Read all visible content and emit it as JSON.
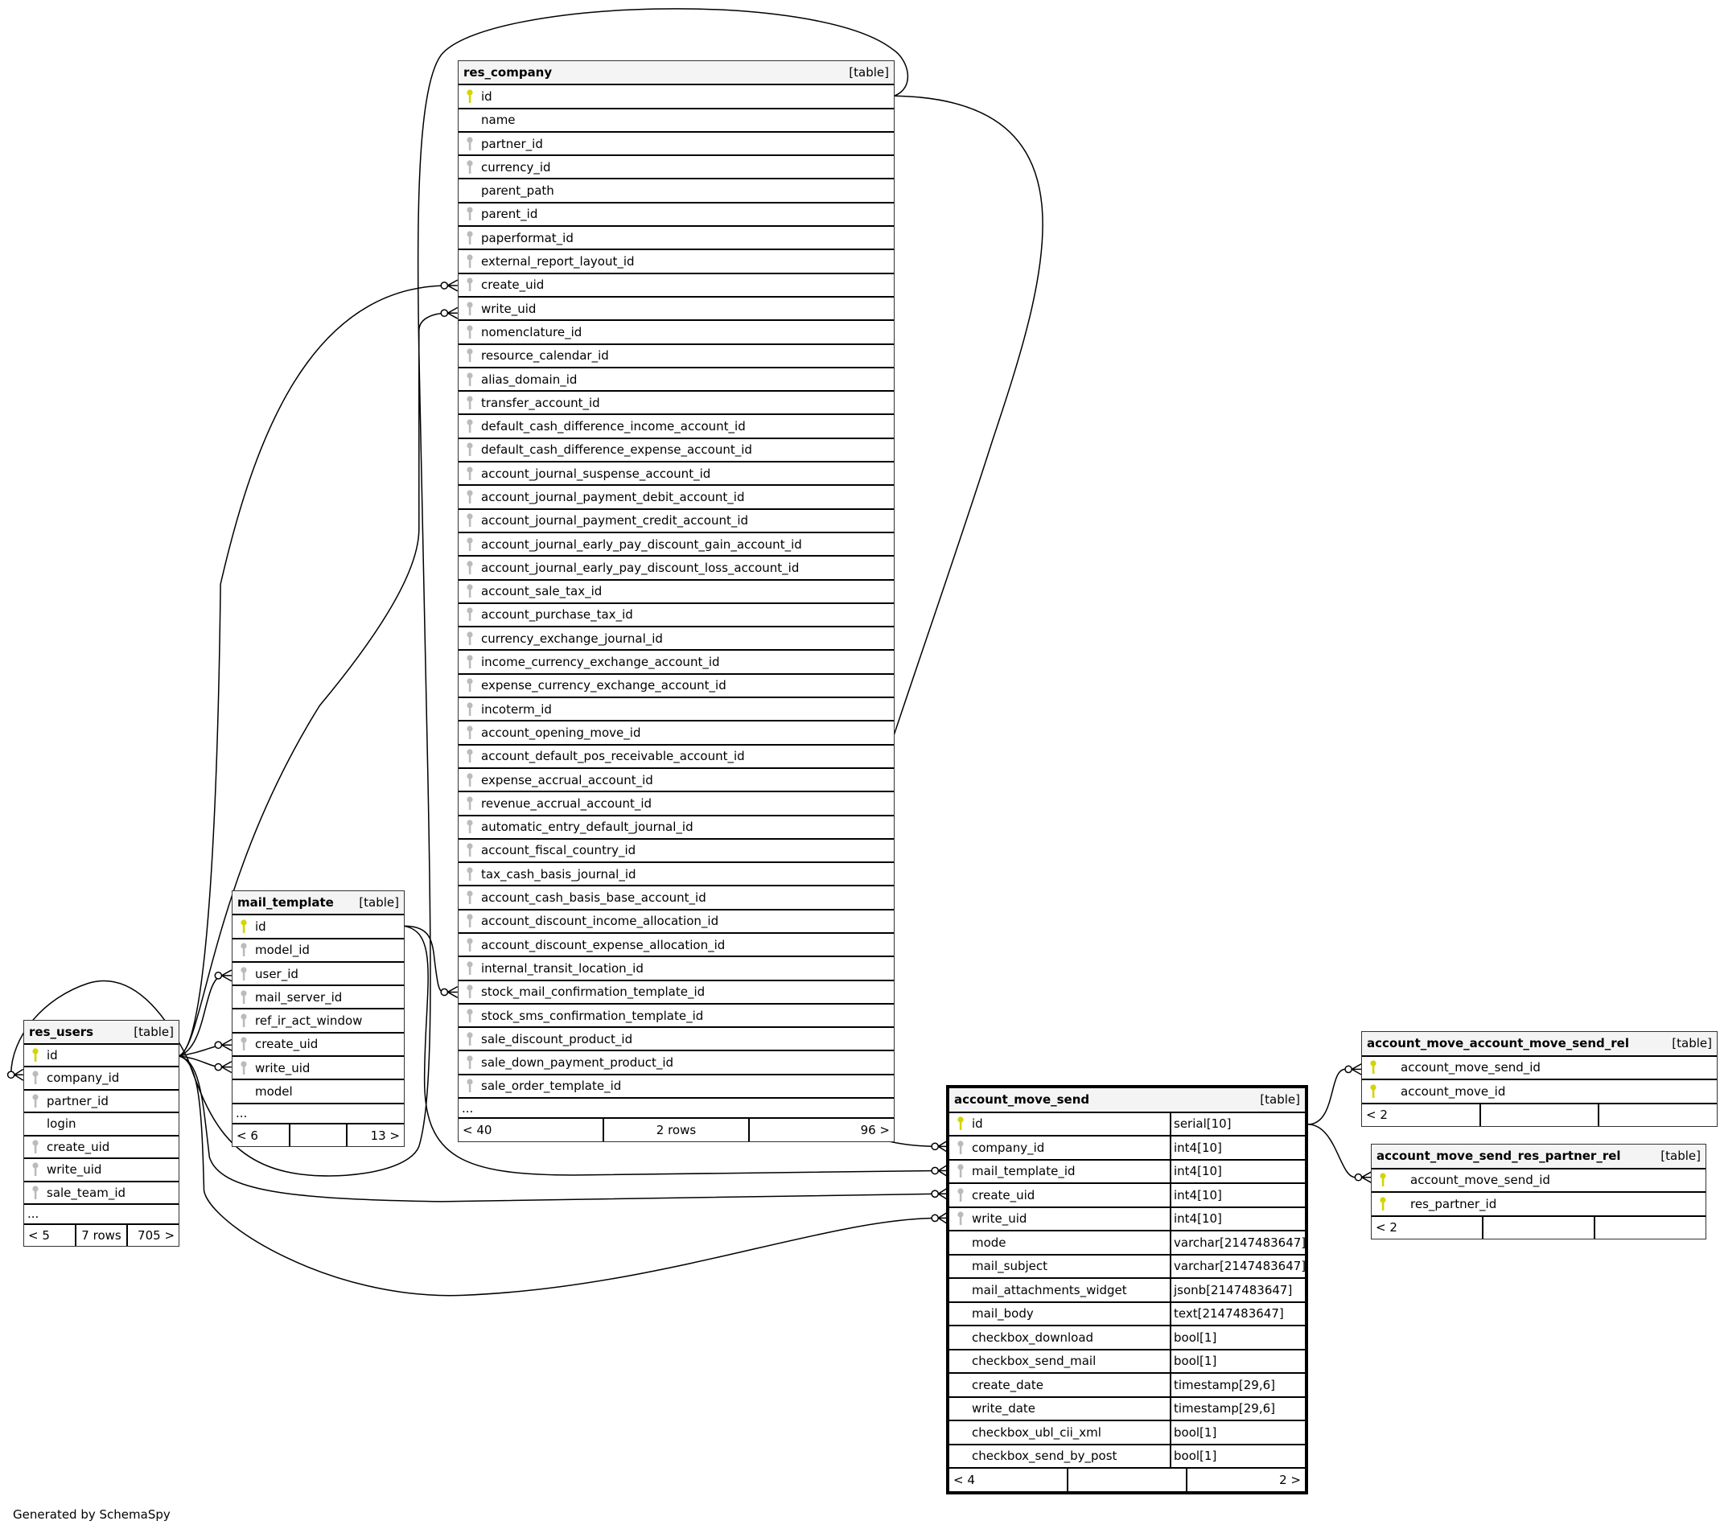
{
  "footer_text": "Generated by SchemaSpy",
  "colors": {
    "pk_key": "#d4d400",
    "fk_key": "#bbbbbb",
    "header_bg": "#f4f4f4"
  },
  "tables": [
    {
      "id": "res_company",
      "name": "res_company",
      "kind": "[table]",
      "rowh": 29.3,
      "ellipsis": "...",
      "columns": [
        {
          "name": "id",
          "key": "pk"
        },
        {
          "name": "name",
          "key": ""
        },
        {
          "name": "partner_id",
          "key": "fk"
        },
        {
          "name": "currency_id",
          "key": "fk"
        },
        {
          "name": "parent_path",
          "key": ""
        },
        {
          "name": "parent_id",
          "key": "fk"
        },
        {
          "name": "paperformat_id",
          "key": "fk"
        },
        {
          "name": "external_report_layout_id",
          "key": "fk"
        },
        {
          "name": "create_uid",
          "key": "fk"
        },
        {
          "name": "write_uid",
          "key": "fk"
        },
        {
          "name": "nomenclature_id",
          "key": "fk"
        },
        {
          "name": "resource_calendar_id",
          "key": "fk"
        },
        {
          "name": "alias_domain_id",
          "key": "fk"
        },
        {
          "name": "transfer_account_id",
          "key": "fk"
        },
        {
          "name": "default_cash_difference_income_account_id",
          "key": "fk"
        },
        {
          "name": "default_cash_difference_expense_account_id",
          "key": "fk"
        },
        {
          "name": "account_journal_suspense_account_id",
          "key": "fk"
        },
        {
          "name": "account_journal_payment_debit_account_id",
          "key": "fk"
        },
        {
          "name": "account_journal_payment_credit_account_id",
          "key": "fk"
        },
        {
          "name": "account_journal_early_pay_discount_gain_account_id",
          "key": "fk"
        },
        {
          "name": "account_journal_early_pay_discount_loss_account_id",
          "key": "fk"
        },
        {
          "name": "account_sale_tax_id",
          "key": "fk"
        },
        {
          "name": "account_purchase_tax_id",
          "key": "fk"
        },
        {
          "name": "currency_exchange_journal_id",
          "key": "fk"
        },
        {
          "name": "income_currency_exchange_account_id",
          "key": "fk"
        },
        {
          "name": "expense_currency_exchange_account_id",
          "key": "fk"
        },
        {
          "name": "incoterm_id",
          "key": "fk"
        },
        {
          "name": "account_opening_move_id",
          "key": "fk"
        },
        {
          "name": "account_default_pos_receivable_account_id",
          "key": "fk"
        },
        {
          "name": "expense_accrual_account_id",
          "key": "fk"
        },
        {
          "name": "revenue_accrual_account_id",
          "key": "fk"
        },
        {
          "name": "automatic_entry_default_journal_id",
          "key": "fk"
        },
        {
          "name": "account_fiscal_country_id",
          "key": "fk"
        },
        {
          "name": "tax_cash_basis_journal_id",
          "key": "fk"
        },
        {
          "name": "account_cash_basis_base_account_id",
          "key": "fk"
        },
        {
          "name": "account_discount_income_allocation_id",
          "key": "fk"
        },
        {
          "name": "account_discount_expense_allocation_id",
          "key": "fk"
        },
        {
          "name": "internal_transit_location_id",
          "key": "fk"
        },
        {
          "name": "stock_mail_confirmation_template_id",
          "key": "fk"
        },
        {
          "name": "stock_sms_confirmation_template_id",
          "key": "fk"
        },
        {
          "name": "sale_discount_product_id",
          "key": "fk"
        },
        {
          "name": "sale_down_payment_product_id",
          "key": "fk"
        },
        {
          "name": "sale_order_template_id",
          "key": "fk"
        }
      ],
      "footer": [
        "< 40",
        "2 rows",
        "96 >"
      ]
    },
    {
      "id": "res_users",
      "name": "res_users",
      "kind": "[table]",
      "rowh": 28.5,
      "ellipsis": "...",
      "columns": [
        {
          "name": "id",
          "key": "pk"
        },
        {
          "name": "company_id",
          "key": "fk"
        },
        {
          "name": "partner_id",
          "key": "fk"
        },
        {
          "name": "login",
          "key": ""
        },
        {
          "name": "create_uid",
          "key": "fk"
        },
        {
          "name": "write_uid",
          "key": "fk"
        },
        {
          "name": "sale_team_id",
          "key": "fk"
        }
      ],
      "footer": [
        "< 5",
        "7 rows",
        "705 >"
      ]
    },
    {
      "id": "mail_template",
      "name": "mail_template",
      "kind": "[table]",
      "rowh": 29.3,
      "ellipsis": "...",
      "columns": [
        {
          "name": "id",
          "key": "pk"
        },
        {
          "name": "model_id",
          "key": "fk"
        },
        {
          "name": "user_id",
          "key": "fk"
        },
        {
          "name": "mail_server_id",
          "key": "fk"
        },
        {
          "name": "ref_ir_act_window",
          "key": "fk"
        },
        {
          "name": "create_uid",
          "key": "fk"
        },
        {
          "name": "write_uid",
          "key": "fk"
        },
        {
          "name": "model",
          "key": ""
        }
      ],
      "footer": [
        "< 6",
        "",
        "13 >"
      ]
    },
    {
      "id": "account_move_send",
      "name": "account_move_send",
      "kind": "[table]",
      "rowh": 29.5,
      "focus": true,
      "columns": [
        {
          "name": "id",
          "key": "pk",
          "type": "serial[10]"
        },
        {
          "name": "company_id",
          "key": "fk",
          "type": "int4[10]"
        },
        {
          "name": "mail_template_id",
          "key": "fk",
          "type": "int4[10]"
        },
        {
          "name": "create_uid",
          "key": "fk",
          "type": "int4[10]"
        },
        {
          "name": "write_uid",
          "key": "fk",
          "type": "int4[10]"
        },
        {
          "name": "mode",
          "key": "",
          "type": "varchar[2147483647]"
        },
        {
          "name": "mail_subject",
          "key": "",
          "type": "varchar[2147483647]"
        },
        {
          "name": "mail_attachments_widget",
          "key": "",
          "type": "jsonb[2147483647]"
        },
        {
          "name": "mail_body",
          "key": "",
          "type": "text[2147483647]"
        },
        {
          "name": "checkbox_download",
          "key": "",
          "type": "bool[1]"
        },
        {
          "name": "checkbox_send_mail",
          "key": "",
          "type": "bool[1]"
        },
        {
          "name": "create_date",
          "key": "",
          "type": "timestamp[29,6]"
        },
        {
          "name": "write_date",
          "key": "",
          "type": "timestamp[29,6]"
        },
        {
          "name": "checkbox_ubl_cii_xml",
          "key": "",
          "type": "bool[1]"
        },
        {
          "name": "checkbox_send_by_post",
          "key": "",
          "type": "bool[1]"
        }
      ],
      "footer": [
        "< 4",
        "",
        "2 >"
      ]
    },
    {
      "id": "rel1",
      "name": "account_move_account_move_send_rel",
      "kind": "[table]",
      "rowh": 29.5,
      "indent": true,
      "columns": [
        {
          "name": "account_move_send_id",
          "key": "pk"
        },
        {
          "name": "account_move_id",
          "key": "pk"
        }
      ],
      "footer": [
        "< 2",
        "",
        ""
      ]
    },
    {
      "id": "rel2",
      "name": "account_move_send_res_partner_rel",
      "kind": "[table]",
      "rowh": 29.5,
      "indent": true,
      "columns": [
        {
          "name": "account_move_send_id",
          "key": "pk"
        },
        {
          "name": "res_partner_id",
          "key": "pk"
        }
      ],
      "footer": [
        "< 2",
        "",
        ""
      ]
    }
  ]
}
